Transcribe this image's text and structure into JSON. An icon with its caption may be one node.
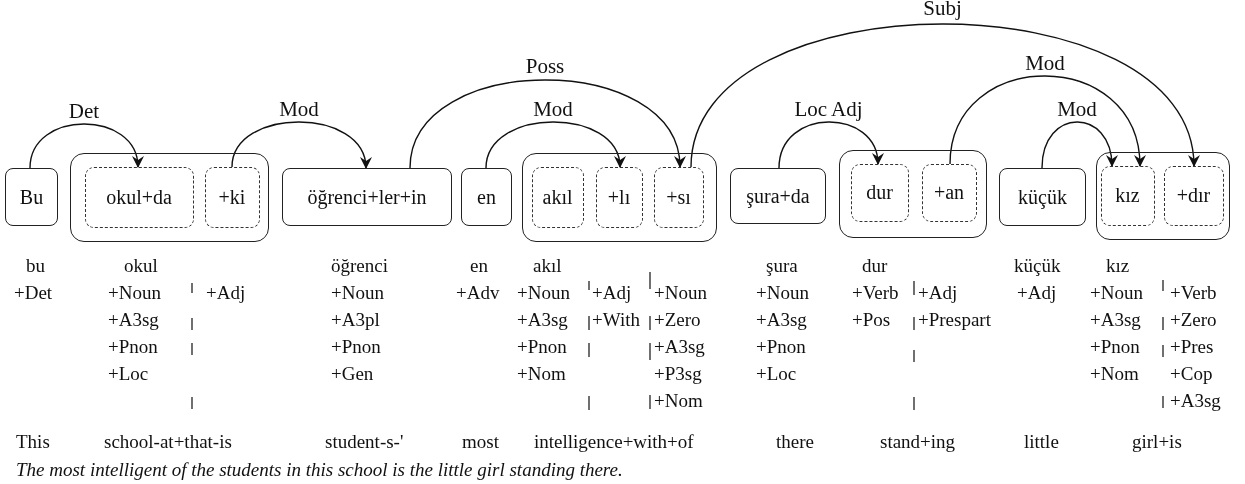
{
  "diagram": {
    "caption": "The most intelligent of the students in this school is the little girl standing there.",
    "nodes": [
      {
        "text": [
          "Bu"
        ]
      },
      {
        "text": [],
        "shape": "box"
      },
      {
        "text": [
          "okul+da"
        ],
        "in": 1
      },
      {
        "text": [
          "+ki"
        ],
        "in": 1
      },
      {
        "text": [
          "öğrenci+ler+in"
        ]
      },
      {
        "text": [
          "en"
        ]
      },
      {
        "text": [],
        "shape": "box"
      },
      {
        "text": [
          "akıl"
        ],
        "in": 6
      },
      {
        "text": [
          "+lı"
        ],
        "in": 6
      },
      {
        "text": [
          "+sı"
        ],
        "in": 6
      },
      {
        "text": [
          "şura+da"
        ]
      },
      {
        "text": [],
        "shape": "box"
      },
      {
        "text": [
          "dur"
        ],
        "in": 11
      },
      {
        "text": [
          "+an"
        ],
        "in": 11
      },
      {
        "text": [
          "küçük"
        ]
      },
      {
        "text": [],
        "shape": "box"
      },
      {
        "text": [
          "kız"
        ],
        "in": 15
      },
      {
        "text": [
          "+dır"
        ],
        "in": 15
      }
    ],
    "edges": [
      {
        "from": 0,
        "to": 2,
        "arrow": "to",
        "label": "Det"
      },
      {
        "from": 3,
        "to": 4,
        "arrow": "to",
        "label": "Mod"
      },
      {
        "from": 4,
        "to": 9,
        "arrow": "to",
        "label": "Poss"
      },
      {
        "from": 5,
        "to": 8,
        "arrow": "to",
        "label": "Mod"
      },
      {
        "from": 9,
        "to": 17,
        "arrow": "to",
        "label": "Subj"
      },
      {
        "from": 10,
        "to": 12,
        "arrow": "to",
        "label": "Loc Adj"
      },
      {
        "from": 13,
        "to": 16,
        "arrow": "to",
        "label": "Mod"
      },
      {
        "from": 14,
        "to": 16,
        "arrow": "to",
        "label": "Mod"
      }
    ],
    "labels": [
      "bu",
      "+Det",
      "okul",
      "+Noun",
      "+A3sg",
      "+Pnon",
      "+Loc",
      "+Adj",
      "öğrenci",
      "+Noun",
      "+A3pl",
      "+Pnon",
      "+Gen",
      "en",
      "+Adv",
      "akıl",
      "+Noun",
      "+A3sg",
      "+Pnon",
      "+Nom",
      "+Adj",
      "+With",
      "+Noun",
      "+Zero",
      "+A3sg",
      "+P3sg",
      "+Nom",
      "şura",
      "+Noun",
      "+A3sg",
      "+Pnon",
      "+Loc",
      "dur",
      "+Verb",
      "+Pos",
      "+Adj",
      "+Prespart",
      "küçük",
      "+Adj",
      "kız",
      "+Noun",
      "+A3sg",
      "+Pnon",
      "+Nom",
      "+Verb",
      "+Zero",
      "+Pres",
      "+Cop",
      "+A3sg",
      "This",
      "school-at+that-is",
      "student-s-'",
      "most",
      "intelligence+with+of",
      "there",
      "stand+ing",
      "little",
      "girl+is"
    ]
  }
}
